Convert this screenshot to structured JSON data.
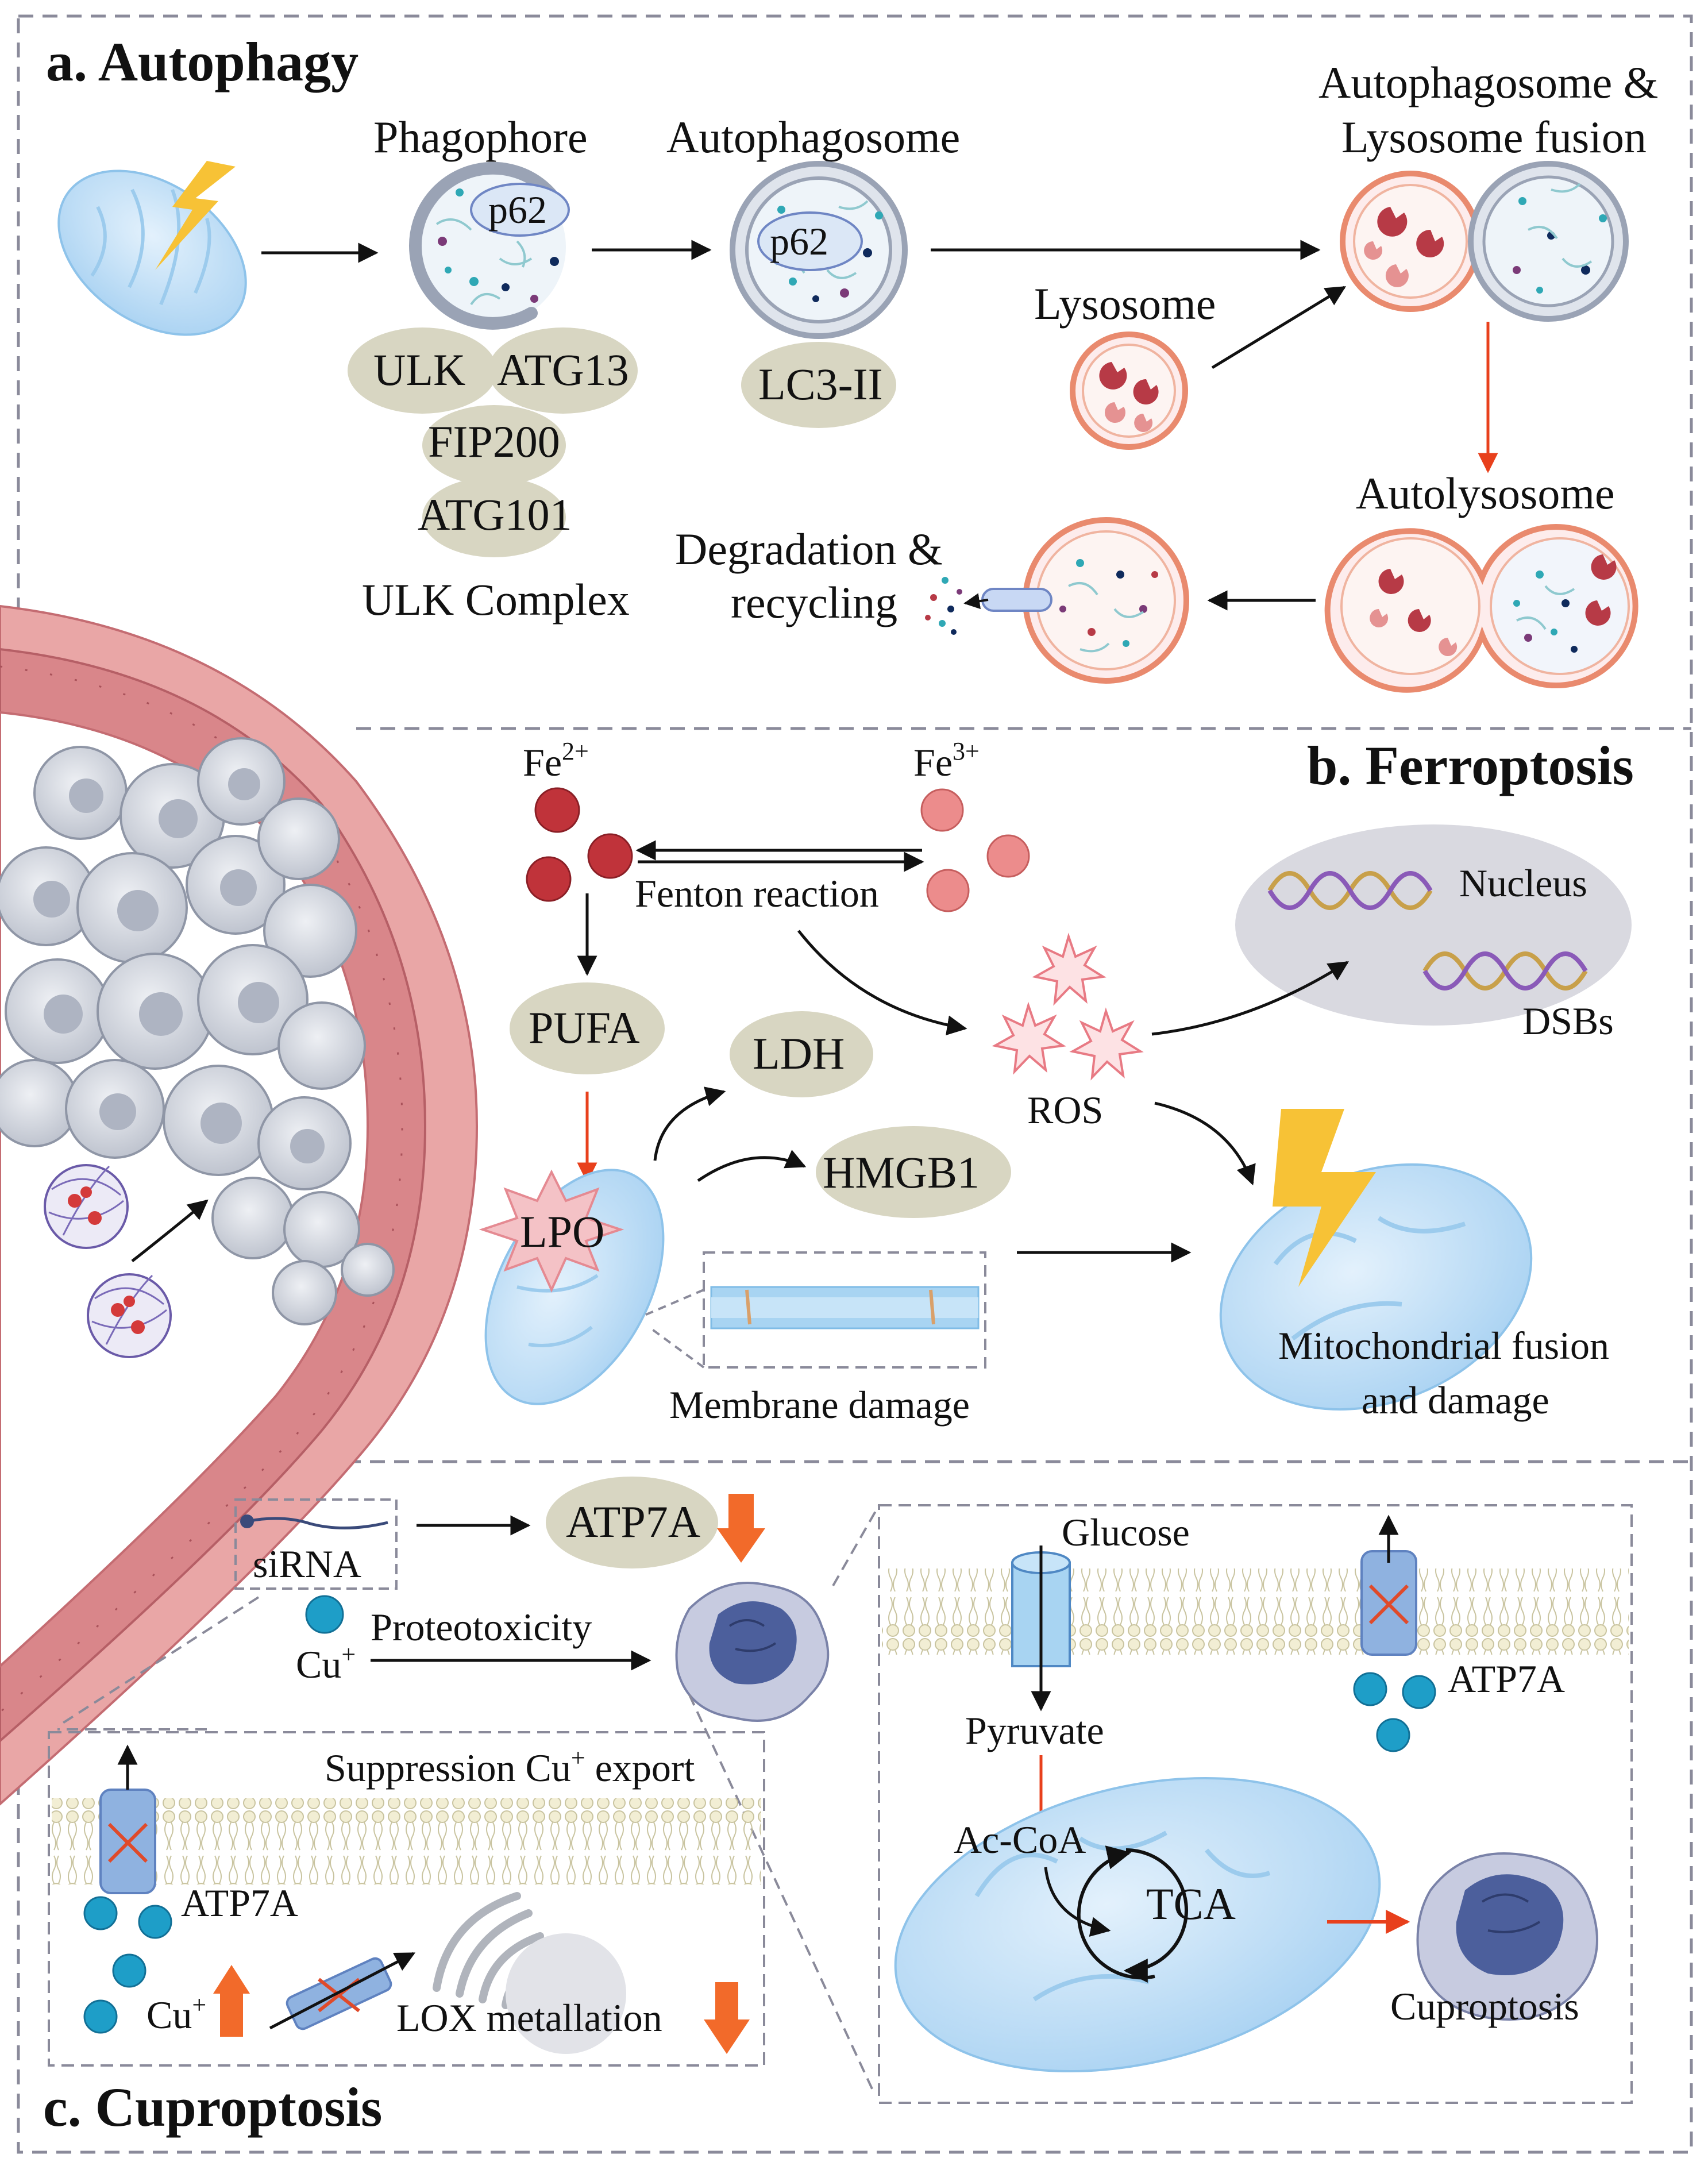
{
  "panels": {
    "autophagy": {
      "heading": "a. Autophagy",
      "phagophore": "Phagophore",
      "autophagosome": "Autophagosome",
      "fusion_line1": "Autophagosome &",
      "fusion_line2": "Lysosome fusion",
      "p62_a": "p62",
      "p62_b": "p62",
      "ulk": "ULK",
      "atg13": "ATG13",
      "fip200": "FIP200",
      "atg101": "ATG101",
      "ulk_complex": "ULK Complex",
      "lc3": "LC3-II",
      "lysosome": "Lysosome",
      "autolysosome": "Autolysosome",
      "degradation_line1": "Degradation &",
      "degradation_line2": "recycling"
    },
    "ferroptosis": {
      "heading": "b. Ferroptosis",
      "fe2": "Fe",
      "fe2_charge": "2+",
      "fe3": "Fe",
      "fe3_charge": "3+",
      "fenton": "Fenton reaction",
      "nucleus": "Nucleus",
      "dsbs": "DSBs",
      "pufa": "PUFA",
      "ldh": "LDH",
      "ros": "ROS",
      "hmgb1": "HMGB1",
      "lpo": "LPO",
      "membrane_damage": "Membrane damage",
      "mito_line1": "Mitochondrial fusion",
      "mito_line2": "and damage"
    },
    "cuproptosis": {
      "heading": "c. Cuproptosis",
      "sirna": "siRNA",
      "atp7a_top": "ATP7A",
      "cu": "Cu",
      "cu_charge": "+",
      "proteotoxicity": "Proteotoxicity",
      "suppression_a": "Suppression Cu",
      "suppression_charge": "+",
      "suppression_b": " export",
      "atp7a_left": "ATP7A",
      "cu_left": "Cu",
      "cu_left_charge": "+",
      "lox": "LOX metallation",
      "glucose": "Glucose",
      "atp7a_right": "ATP7A",
      "pyruvate": "Pyruvate",
      "accoa": "Ac-CoA",
      "tca": "TCA",
      "cuproptosis_label": "Cuproptosis"
    }
  },
  "colors": {
    "border_dash": "#8a8a9a",
    "protein_blob": "#d8d6c2",
    "mitochondrion": "#bcdcf4",
    "lysosome_ring": "#e98a6e",
    "fe2": "#c0333a",
    "fe3": "#ec8c8c",
    "arrow_red": "#e8401c",
    "copper_ion": "#1e9ec8",
    "tissue_pink": "#d9868a",
    "tumor_cell": "#cfd3dc"
  },
  "icons": [
    "lightning-icon",
    "mitochondrion-icon",
    "lysosome-icon",
    "dna-helix-icon",
    "ros-star-icon",
    "copper-ion-icon",
    "membrane-transporter-icon",
    "golgi-icon",
    "tumor-cell-icon",
    "nanoparticle-icon"
  ]
}
